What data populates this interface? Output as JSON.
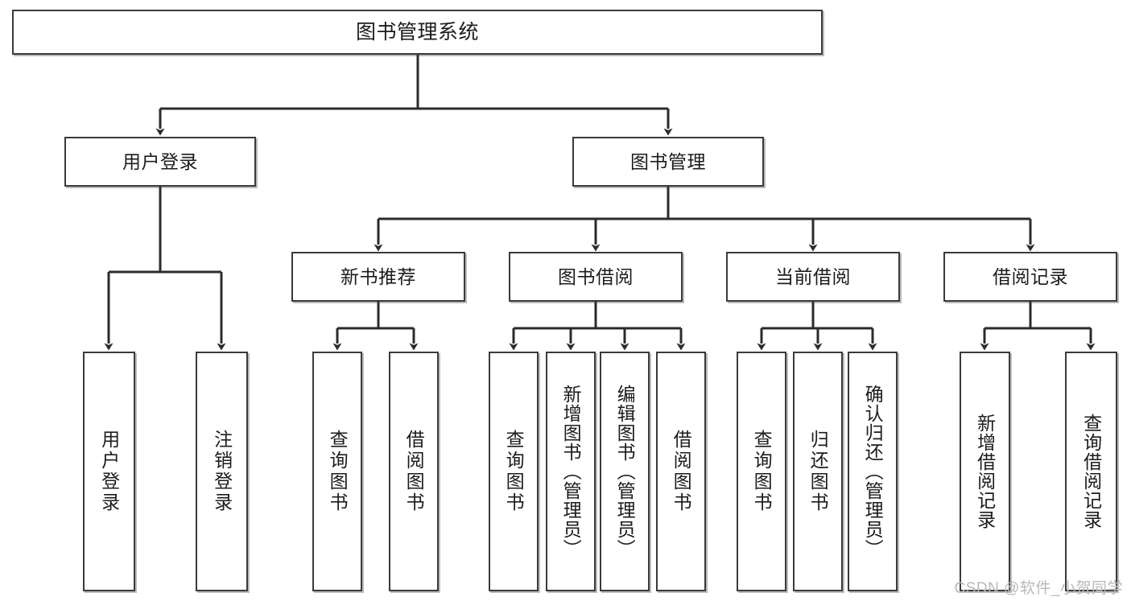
{
  "diagram": {
    "title": "图书管理系统",
    "type": "tree-hierarchy-diagram",
    "style": {
      "box_fill": "#ffffff",
      "box_stroke": "#3a3a3a",
      "text_color": "#1c1c1c",
      "connector_color": "#2b2b2b",
      "background": "#ffffff"
    },
    "root": {
      "label": "图书管理系统"
    },
    "level2": [
      {
        "label": "用户登录"
      },
      {
        "label": "图书管理"
      }
    ],
    "level3": [
      {
        "label": "新书推荐"
      },
      {
        "label": "图书借阅"
      },
      {
        "label": "当前借阅"
      },
      {
        "label": "借阅记录"
      }
    ],
    "leaves": {
      "user_login": [
        {
          "label": "用户登录"
        },
        {
          "label": "注销登录"
        }
      ],
      "new_book_recommend": [
        {
          "label": "查询图书"
        },
        {
          "label": "借阅图书"
        }
      ],
      "book_borrow": [
        {
          "label": "查询图书"
        },
        {
          "label": "新增图书（管理员）"
        },
        {
          "label": "编辑图书（管理员）"
        },
        {
          "label": "借阅图书"
        }
      ],
      "current_borrow": [
        {
          "label": "查询图书"
        },
        {
          "label": "归还图书"
        },
        {
          "label": "确认归还（管理员）"
        }
      ],
      "borrow_record": [
        {
          "label": "新增借阅记录"
        },
        {
          "label": "查询借阅记录"
        }
      ]
    }
  },
  "watermark": {
    "text": "CSDN @软件_小贺同学"
  }
}
